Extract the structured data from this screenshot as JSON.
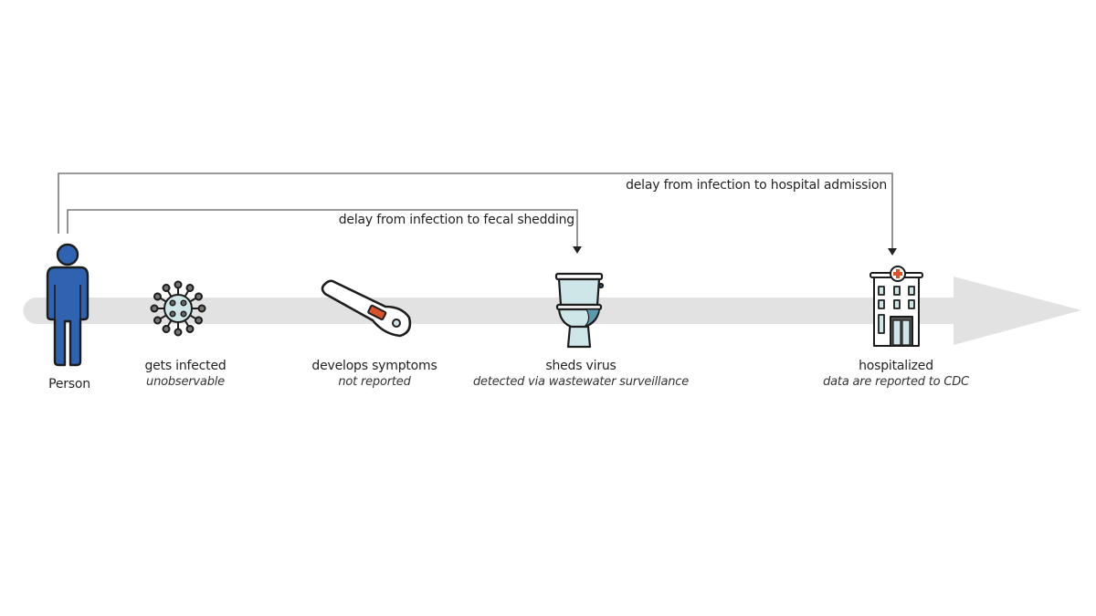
{
  "diagram": {
    "type": "timeline",
    "colors": {
      "timeline_arrow": "#e1e2e1",
      "person": "#2f62b0",
      "icon_fill": "#cfe6e8",
      "icon_outline": "#1d1d1d",
      "accent": "#d8532a",
      "bracket_line": "#7a7a7a"
    },
    "delays": [
      {
        "label": "delay from infection to hospital admission",
        "from": "Person",
        "to": "hospitalized"
      },
      {
        "label": "delay from infection to fecal shedding",
        "from": "Person",
        "to": "sheds virus"
      }
    ],
    "stages": [
      {
        "icon": "person-icon",
        "title": "Person",
        "subtitle": ""
      },
      {
        "icon": "virus-icon",
        "title": "gets infected",
        "subtitle": "unobservable"
      },
      {
        "icon": "thermometer-icon",
        "title": "develops symptoms",
        "subtitle": "not reported"
      },
      {
        "icon": "toilet-icon",
        "title": "sheds virus",
        "subtitle": "detected via wastewater surveillance"
      },
      {
        "icon": "hospital-icon",
        "title": "hospitalized",
        "subtitle": "data are reported to CDC"
      }
    ]
  }
}
